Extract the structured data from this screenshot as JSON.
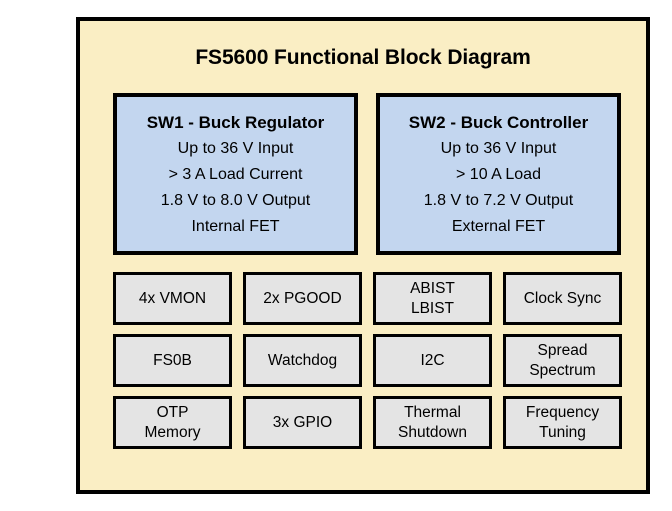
{
  "diagram": {
    "title": "FS5600 Functional Block Diagram",
    "colors": {
      "frame_background": "#faeec4",
      "frame_border": "#000000",
      "switcher_fill": "#c3d6ef",
      "feature_fill": "#e4e4e4",
      "text": "#000000"
    },
    "switchers": [
      {
        "title": "SW1 - Buck Regulator",
        "lines": [
          "Up to 36 V Input",
          "> 3 A Load Current",
          "1.8 V to 8.0 V Output",
          "Internal FET"
        ]
      },
      {
        "title": "SW2 - Buck Controller",
        "lines": [
          "Up to 36 V Input",
          "> 10 A Load",
          "1.8 V to 7.2 V Output",
          "External FET"
        ]
      }
    ],
    "features": [
      {
        "lines": [
          "4x VMON"
        ]
      },
      {
        "lines": [
          "2x PGOOD"
        ]
      },
      {
        "lines": [
          "ABIST",
          "LBIST"
        ]
      },
      {
        "lines": [
          "Clock Sync"
        ]
      },
      {
        "lines": [
          "FS0B"
        ]
      },
      {
        "lines": [
          "Watchdog"
        ]
      },
      {
        "lines": [
          "I2C"
        ]
      },
      {
        "lines": [
          "Spread",
          "Spectrum"
        ]
      },
      {
        "lines": [
          "OTP",
          "Memory"
        ]
      },
      {
        "lines": [
          "3x GPIO"
        ]
      },
      {
        "lines": [
          "Thermal",
          "Shutdown"
        ]
      },
      {
        "lines": [
          "Frequency",
          "Tuning"
        ]
      }
    ]
  }
}
